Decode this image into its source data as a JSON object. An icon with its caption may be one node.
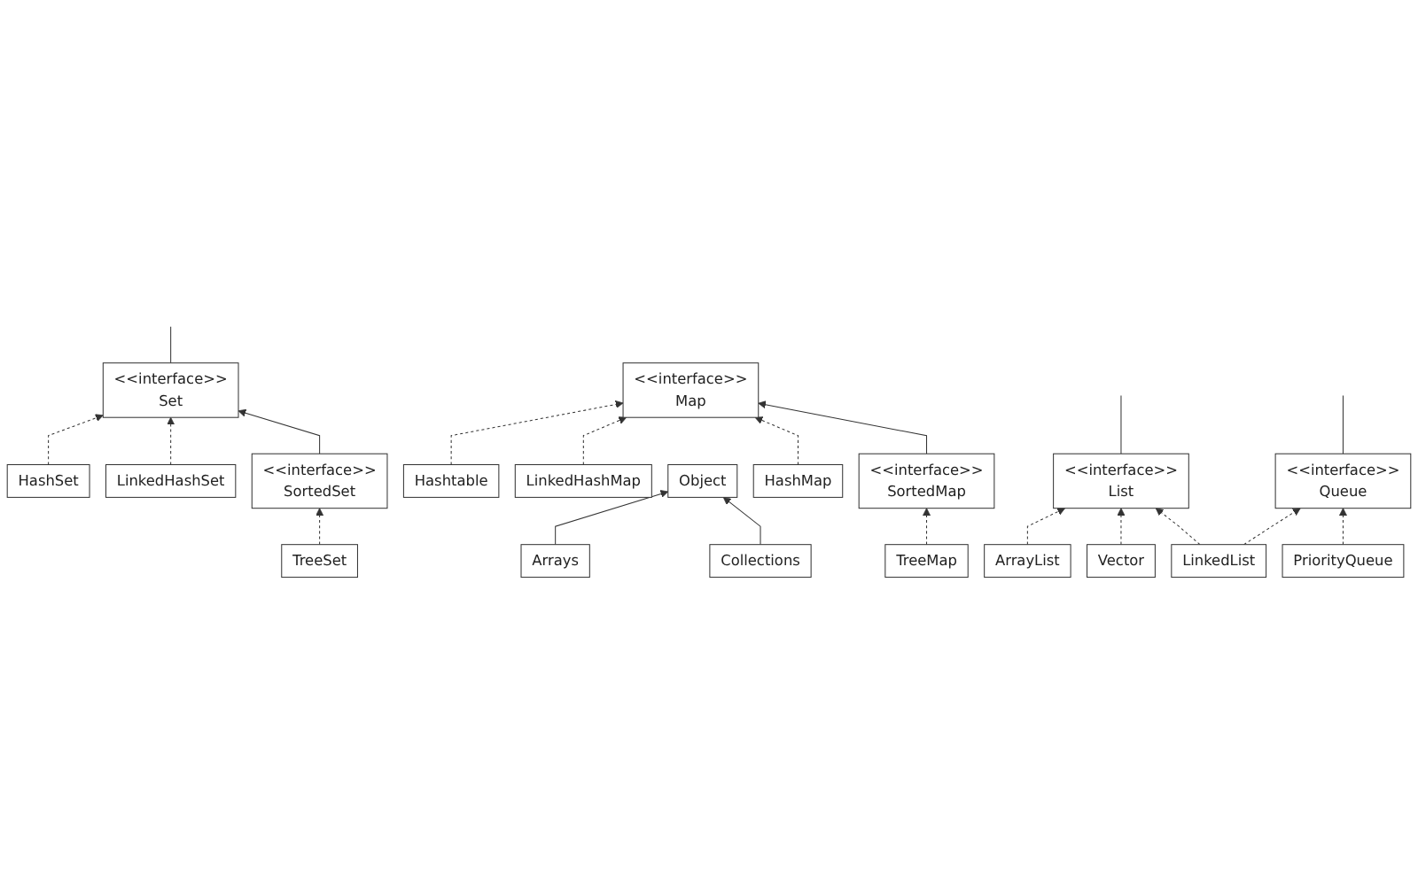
{
  "diagram": {
    "nodes": [
      {
        "text": [
          "<<interface>>",
          "Set"
        ]
      },
      {
        "text": [
          "<<interface>>",
          "List"
        ]
      },
      {
        "text": [
          "<<interface>>",
          "Queue"
        ]
      },
      {
        "text": [
          "<<interface>>",
          "SortedSet"
        ]
      },
      {
        "text": [
          "HashSet"
        ]
      },
      {
        "text": [
          "LinkedHashSet"
        ]
      },
      {
        "text": [
          "TreeSet"
        ]
      },
      {
        "text": [
          "ArrayList"
        ]
      },
      {
        "text": [
          "Vector"
        ]
      },
      {
        "text": [
          "LinkedList"
        ]
      },
      {
        "text": [
          "PriorityQueue"
        ]
      },
      {
        "text": [
          "Object"
        ]
      },
      {
        "text": [
          "<<interface>>",
          "Map"
        ]
      },
      {
        "text": [
          "<<interface>>",
          "SortedMap"
        ]
      },
      {
        "text": [
          "Arrays"
        ]
      },
      {
        "text": [
          "Collections"
        ]
      },
      {
        "text": [
          "Hashtable"
        ]
      },
      {
        "text": [
          "LinkedHashMap"
        ]
      },
      {
        "text": [
          "HashMap"
        ]
      },
      {
        "text": [
          "TreeMap"
        ]
      }
    ],
    "edges": [
      {
        "from": 0,
        "to": null,
        "arrow": "none"
      },
      {
        "from": 1,
        "to": null,
        "arrow": "none"
      },
      {
        "from": 2,
        "to": null,
        "arrow": "none"
      },
      {
        "from": 4,
        "to": 0,
        "arrow": "to",
        "style": "dashed"
      },
      {
        "from": 5,
        "to": 0,
        "arrow": "to",
        "style": "dashed"
      },
      {
        "from": 3,
        "to": 0,
        "arrow": "to"
      },
      {
        "from": 6,
        "to": 3,
        "arrow": "to",
        "style": "dashed"
      },
      {
        "from": 7,
        "to": 1,
        "arrow": "to",
        "style": "dashed"
      },
      {
        "from": 8,
        "to": 1,
        "arrow": "to",
        "style": "dashed"
      },
      {
        "from": 9,
        "to": 1,
        "arrow": "to",
        "style": "dashed"
      },
      {
        "from": 9,
        "to": 2,
        "arrow": "to",
        "style": "dashed"
      },
      {
        "from": 10,
        "to": 2,
        "arrow": "to",
        "style": "dashed"
      },
      {
        "from": 14,
        "to": 11,
        "arrow": "to"
      },
      {
        "from": 15,
        "to": 11,
        "arrow": "to"
      },
      {
        "from": 16,
        "to": 12,
        "arrow": "to",
        "style": "dashed"
      },
      {
        "from": 17,
        "to": 12,
        "arrow": "to",
        "style": "dashed"
      },
      {
        "from": 18,
        "to": 12,
        "arrow": "to",
        "style": "dashed"
      },
      {
        "from": 13,
        "to": 12,
        "arrow": "to"
      },
      {
        "from": 19,
        "to": 13,
        "arrow": "to",
        "style": "dashed"
      }
    ]
  }
}
